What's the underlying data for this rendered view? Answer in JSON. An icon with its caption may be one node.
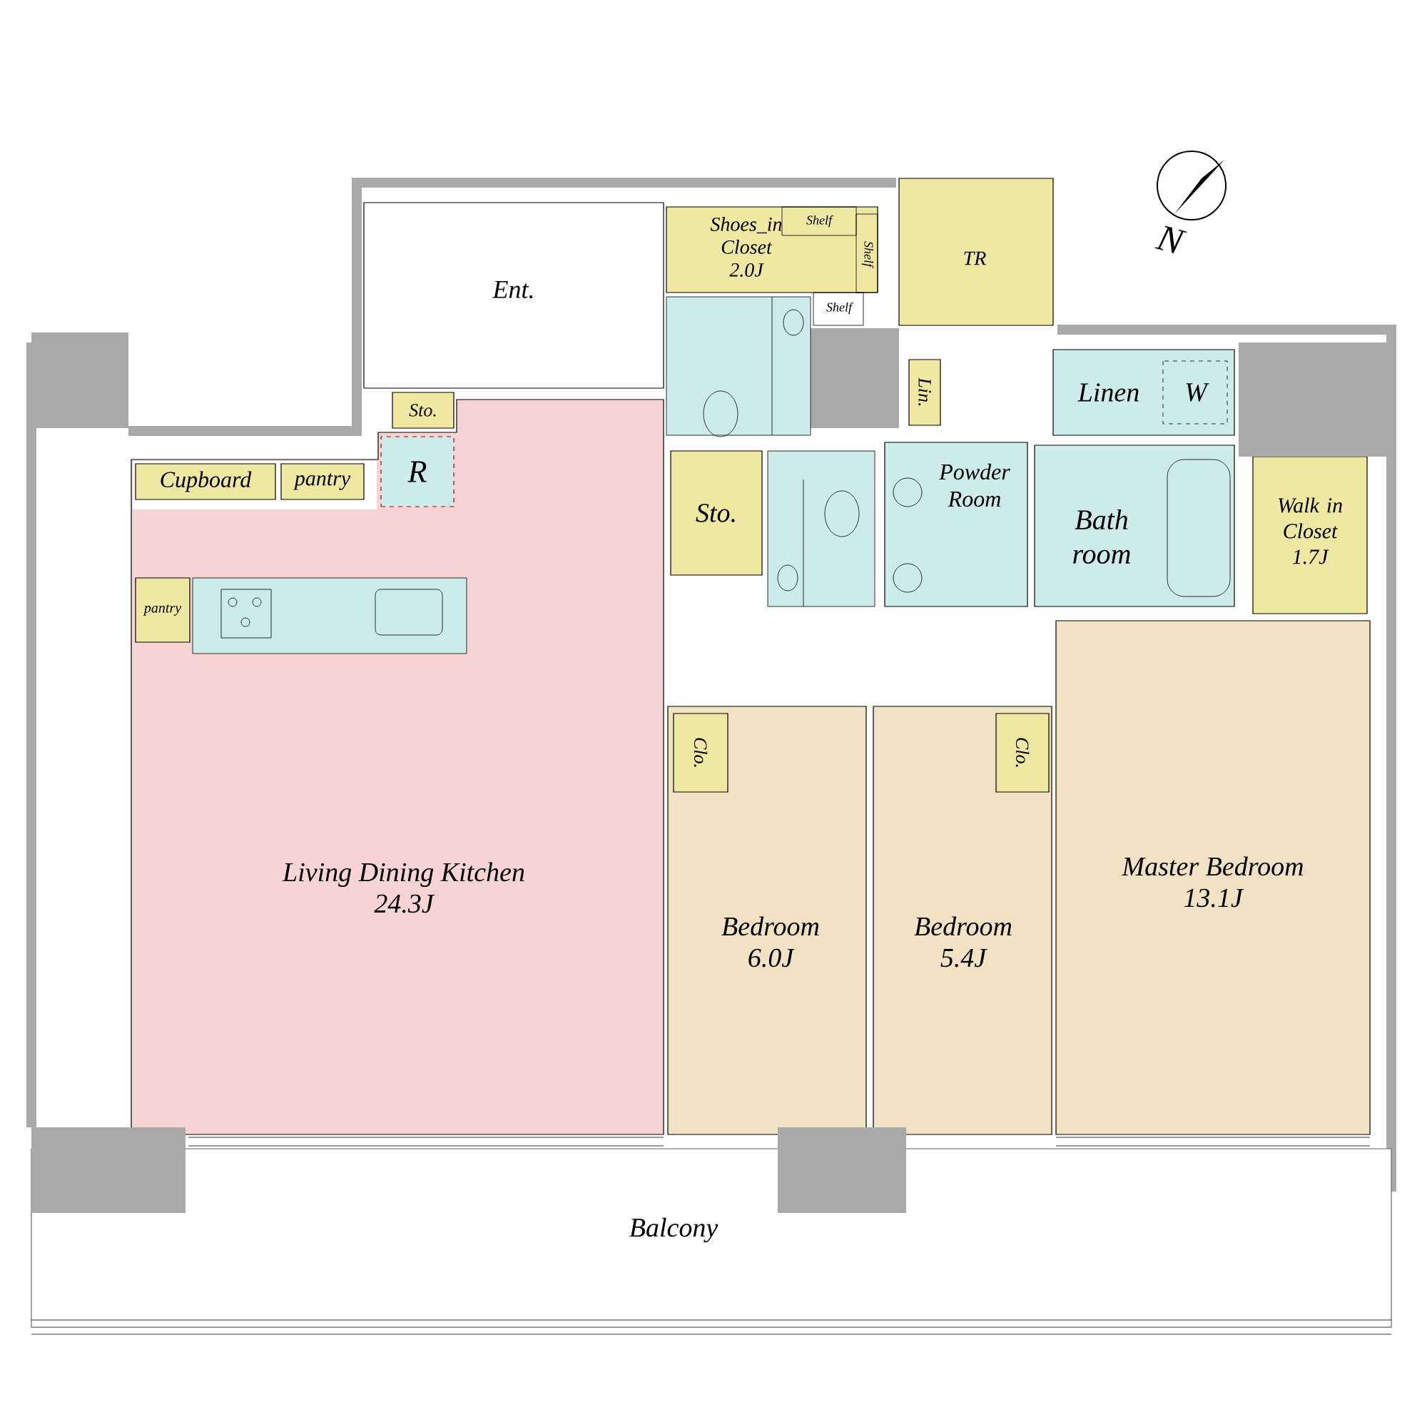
{
  "diagram": {
    "nodes": [
      {
        "text": [
          "Ent."
        ]
      },
      {
        "text": [
          "Shoes_in Closet",
          "2.0J"
        ]
      },
      {
        "text": [
          "TR"
        ]
      },
      {
        "text": [
          "Lin."
        ]
      },
      {
        "text": [
          "Linen",
          "W"
        ]
      },
      {
        "text": [
          "Sto."
        ]
      },
      {
        "text": [
          "Living Dining Kitchen",
          "24.3J"
        ]
      },
      {
        "text": [
          "Cupboard"
        ],
        "in": 6
      },
      {
        "text": [
          "pantry"
        ],
        "in": 6
      },
      {
        "text": [
          "R"
        ],
        "in": 6
      },
      {
        "text": [
          "Sto."
        ]
      },
      {
        "text": [
          "Powder Room"
        ]
      },
      {
        "text": [
          "Bath room"
        ]
      },
      {
        "text": [
          "Walk in Closet",
          "1.7J"
        ]
      },
      {
        "text": [
          "pantry"
        ],
        "in": 6
      },
      {
        "text": [
          "Bedroom",
          "6.0J"
        ]
      },
      {
        "text": [
          "Clo."
        ],
        "in": 15
      },
      {
        "text": [
          "Bedroom",
          "5.4J"
        ]
      },
      {
        "text": [
          "Clo."
        ],
        "in": 17
      },
      {
        "text": [
          "Master Bedroom",
          "13.1J"
        ]
      },
      {
        "text": [
          "Balcony"
        ]
      }
    ],
    "labels": [
      "Shelf",
      "Shelf",
      "Shelf",
      "N"
    ]
  }
}
